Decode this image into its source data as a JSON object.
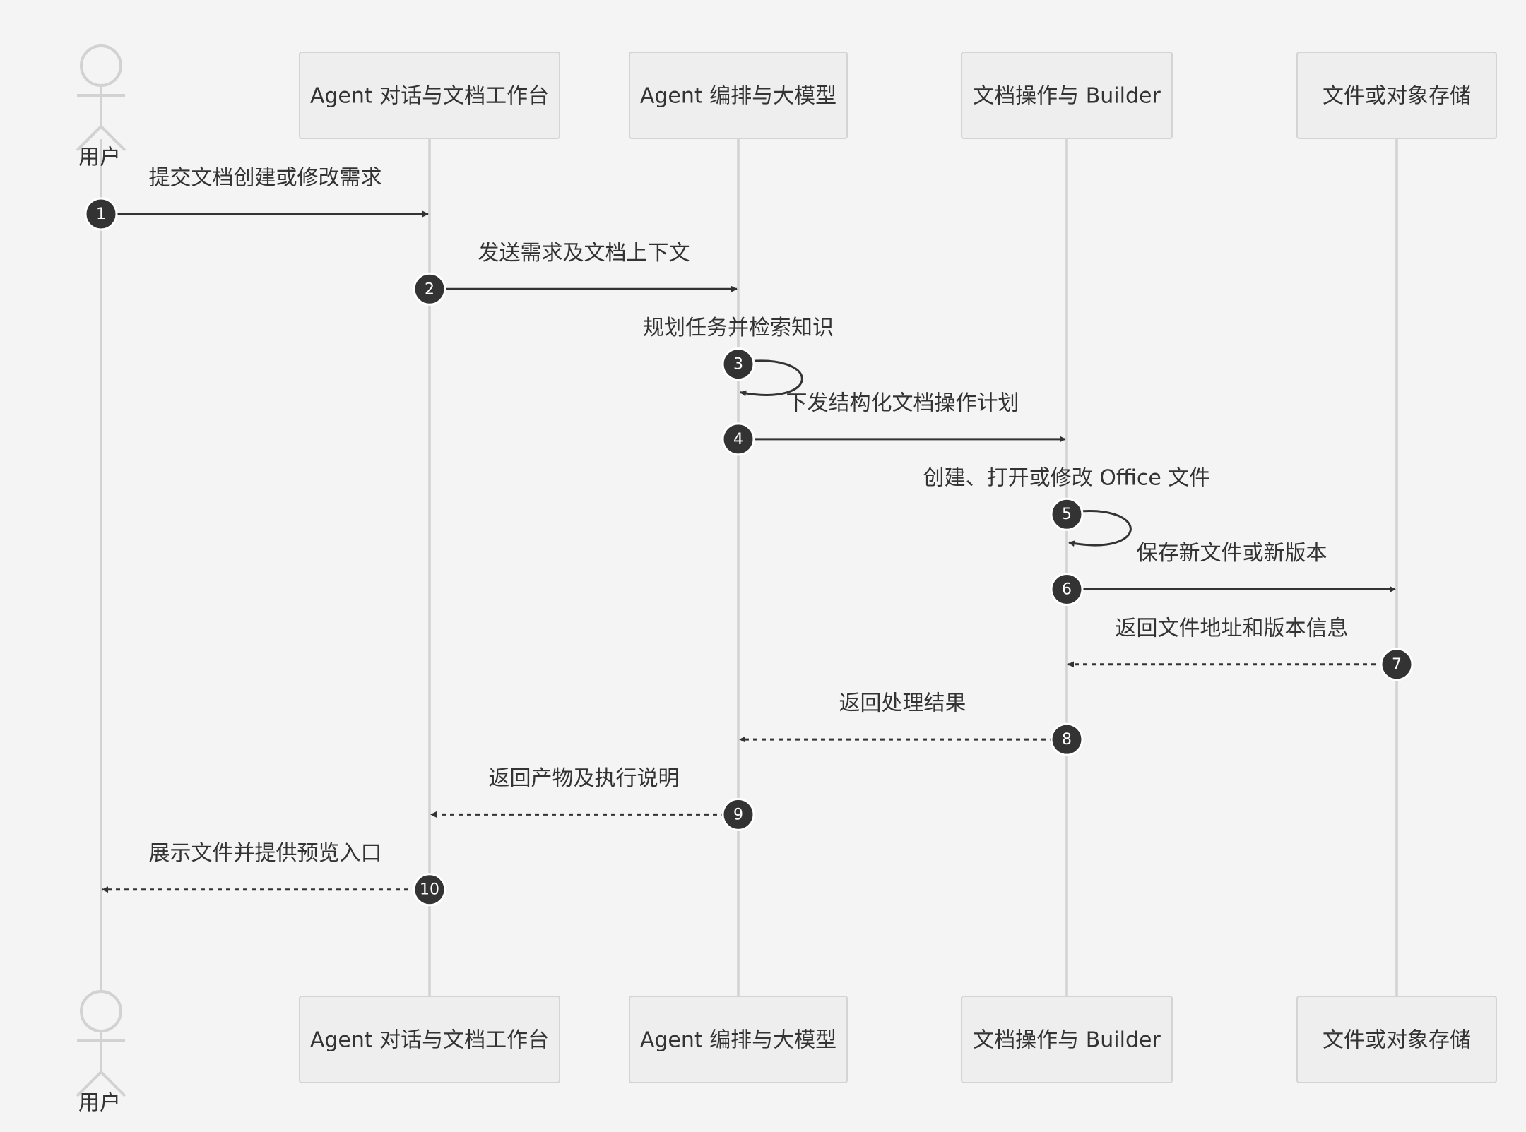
{
  "participants": [
    {
      "label": "用户",
      "kind": "actor"
    },
    {
      "label": "Agent 对话与文档工作台",
      "kind": "box"
    },
    {
      "label": "Agent 编排与大模型",
      "kind": "box"
    },
    {
      "label": "文档操作与 Builder",
      "kind": "box"
    },
    {
      "label": "文件或对象存储",
      "kind": "box"
    }
  ],
  "messages": [
    {
      "number": "1",
      "text": "提交文档创建或修改需求",
      "from": 0,
      "to": 1,
      "style": "solid"
    },
    {
      "number": "2",
      "text": "发送需求及文档上下文",
      "from": 1,
      "to": 2,
      "style": "solid"
    },
    {
      "number": "3",
      "text": "规划任务并检索知识",
      "from": 2,
      "to": 2,
      "style": "self"
    },
    {
      "number": "4",
      "text": "下发结构化文档操作计划",
      "from": 2,
      "to": 3,
      "style": "solid"
    },
    {
      "number": "5",
      "text": "创建、打开或修改 Office 文件",
      "from": 3,
      "to": 3,
      "style": "self"
    },
    {
      "number": "6",
      "text": "保存新文件或新版本",
      "from": 3,
      "to": 4,
      "style": "solid"
    },
    {
      "number": "7",
      "text": "返回文件地址和版本信息",
      "from": 4,
      "to": 3,
      "style": "dashed"
    },
    {
      "number": "8",
      "text": "返回处理结果",
      "from": 3,
      "to": 2,
      "style": "dashed"
    },
    {
      "number": "9",
      "text": "返回产物及执行说明",
      "from": 2,
      "to": 1,
      "style": "dashed"
    },
    {
      "number": "10",
      "text": "展示文件并提供预览入口",
      "from": 1,
      "to": 0,
      "style": "dashed"
    }
  ],
  "colors": {
    "background": "#f4f4f4",
    "box_fill": "#eeeeee",
    "box_stroke": "#d4d4d4",
    "lifeline": "#d2d2d2",
    "message": "#333333",
    "badge": "#333333"
  }
}
